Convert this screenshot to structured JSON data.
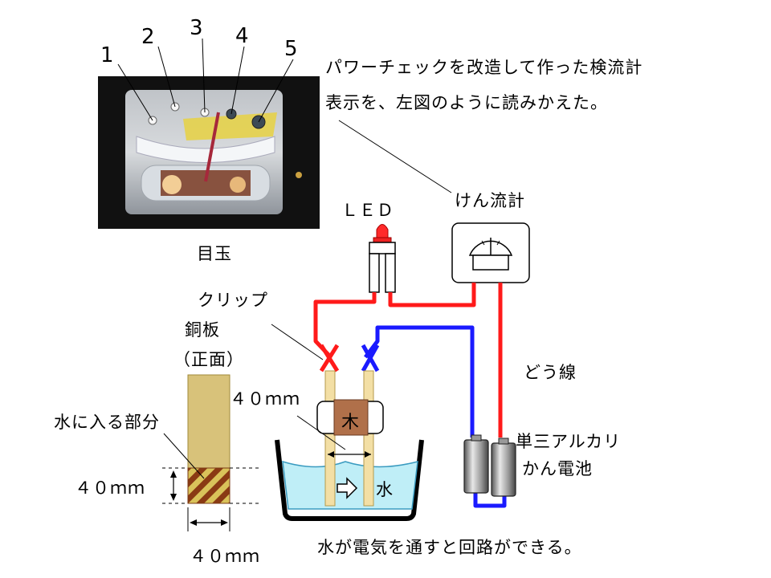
{
  "photo": {
    "numbers": [
      "1",
      "2",
      "3",
      "4",
      "5"
    ],
    "caption": "目玉"
  },
  "note": {
    "line1": "パワーチェックを改造して作った検流計",
    "line2": "表示を、左図のように読みかえた。"
  },
  "labels": {
    "galvanometer": "けん流計",
    "led": "ＬＥＤ",
    "clip": "クリップ",
    "copper_plate": "銅板",
    "front_view": "（正面）",
    "wire": "どう線",
    "battery_line1": "単三アルカリ",
    "battery_line2": "かん電池",
    "wood": "木",
    "water": "水",
    "immersed_part": "水に入る部分",
    "gap_40mm": "４０ｍｍ",
    "height_40mm": "４０ｍｍ",
    "width_40mm": "４０ｍｍ",
    "conclusion": "水が電気を通すと回路ができる。"
  },
  "colors": {
    "wire_positive": "#ff1a1a",
    "wire_negative": "#1a1aff",
    "water": "#bfeef7",
    "copper": "#d8c27a",
    "wood": "#b0704a"
  }
}
